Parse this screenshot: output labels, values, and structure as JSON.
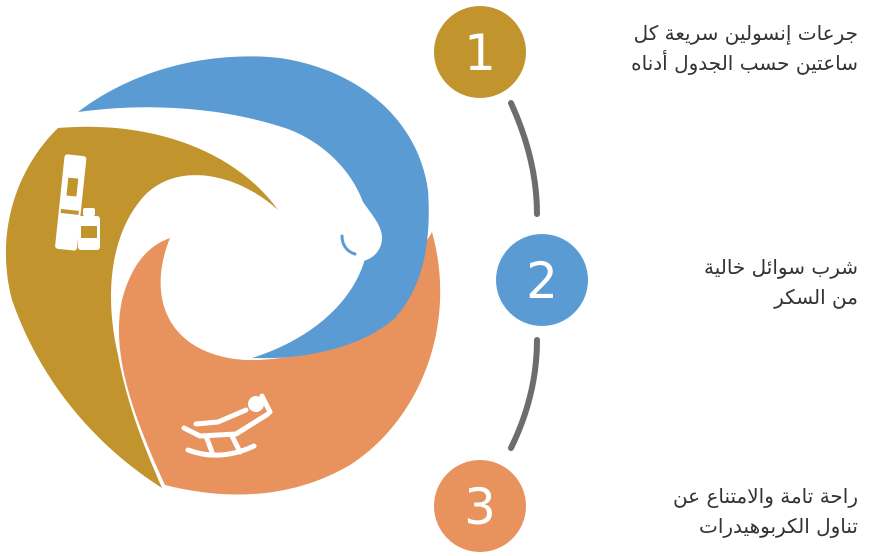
{
  "colors": {
    "step1": "#c1942d",
    "step2": "#5b9bd3",
    "step3": "#e8925d",
    "connector": "#6d6d6d",
    "text": "#333333",
    "icon": "#ffffff"
  },
  "icons": {
    "gold_segment": "insulin-pen-and-vial-icon",
    "blue_segment": "water-drop-icon",
    "orange_segment": "rocking-chair-rest-icon"
  },
  "steps": [
    {
      "number": "1",
      "color": "#c1942d",
      "lines": [
        "جرعات إنسولين سريعة كل",
        "ساعتين حسب الجدول أدناه"
      ]
    },
    {
      "number": "2",
      "color": "#5b9bd3",
      "lines": [
        "شرب سوائل خالية",
        "من السكر"
      ]
    },
    {
      "number": "3",
      "color": "#e8925d",
      "lines": [
        "راحة تامة والامتناع عن",
        "تناول الكربوهيدرات"
      ]
    }
  ]
}
